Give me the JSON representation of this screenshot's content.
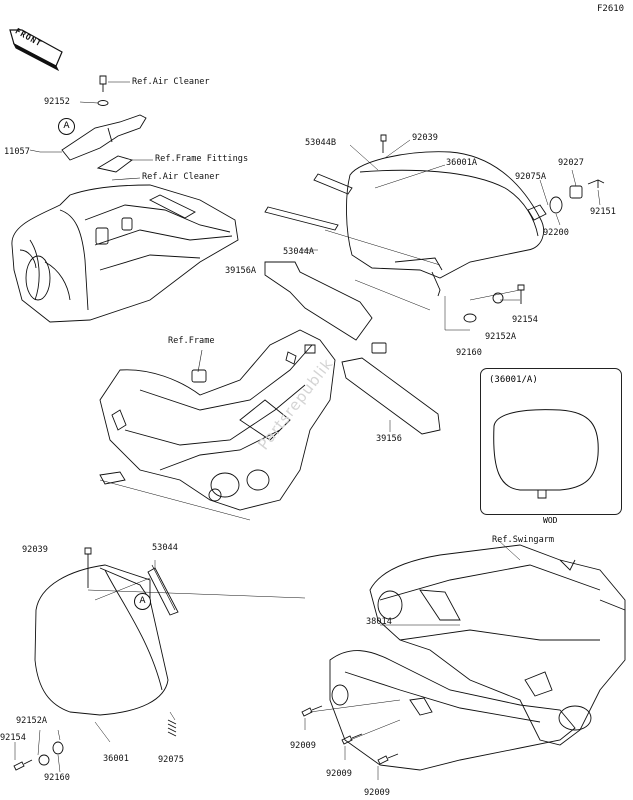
{
  "diagram_code": "F2610",
  "front_tag": "FRONT",
  "watermark": "Partsrepublik",
  "callout": "A",
  "variant": {
    "title": "(36001/A)",
    "note": "WOD"
  },
  "labels": {
    "ref_air_cleaner_top": "Ref.Air Cleaner",
    "p92152": "92152",
    "p11057": "11057",
    "ref_frame_fittings": "Ref.Frame Fittings",
    "ref_air_cleaner_2": "Ref.Air Cleaner",
    "p53044B": "53044B",
    "p92039_top": "92039",
    "p36001A": "36001A",
    "p92027": "92027",
    "p92075A": "92075A",
    "p92151": "92151",
    "p92200": "92200",
    "p53044A": "53044A",
    "p39156A": "39156A",
    "p92154_top": "92154",
    "p92152A_top": "92152A",
    "p92160_top": "92160",
    "ref_frame": "Ref.Frame",
    "p39156": "39156",
    "p92039_bot": "92039",
    "p53044": "53044",
    "ref_swingarm": "Ref.Swingarm",
    "p38014": "38014",
    "p92152A_bot": "92152A",
    "p92154_bot": "92154",
    "p92160_bot": "92160",
    "p36001": "36001",
    "p92075": "92075",
    "p92009_a": "92009",
    "p92009_b": "92009",
    "p92009_c": "92009"
  }
}
